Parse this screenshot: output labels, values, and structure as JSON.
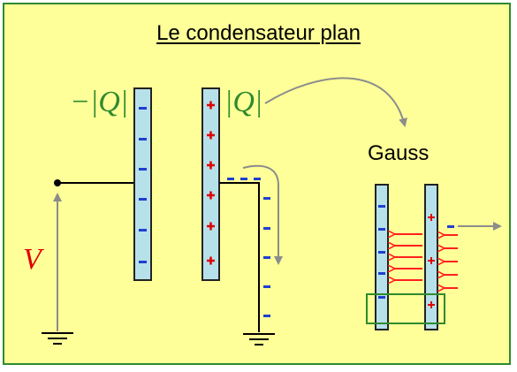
{
  "title": "Le condensateur plan",
  "gauss_label": "Gauss",
  "charge_negative_label": "−|Q|",
  "charge_positive_label": "|Q|",
  "voltage_label": "V",
  "plate_charge_signs": {
    "negative": "−",
    "positive": "+"
  },
  "colors": {
    "background": "#ffff99",
    "frame_border": "#2e8b2e",
    "plate_fill": "#b7e1ea",
    "plate_border": "#222222",
    "negative_charge": "#1f3fd0",
    "positive_charge": "#e00000",
    "field_arrows": "#ff2020",
    "gray_arrows": "#8c8c8c",
    "gauss_box": "#2e8b2e",
    "charge_labels": "#2e8b2e",
    "voltage_label": "#e00000"
  }
}
